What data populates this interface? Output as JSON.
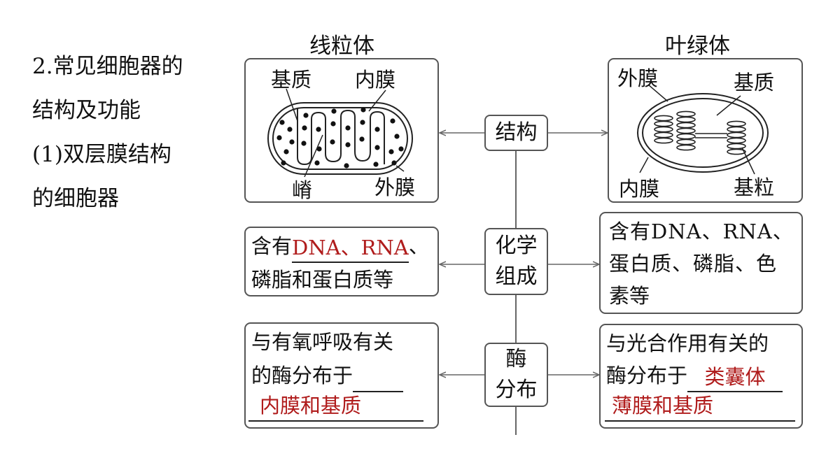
{
  "heading": {
    "lines": [
      "2.常见细胞器的",
      "结构及功能",
      "(1)双层膜结构",
      "的细胞器"
    ]
  },
  "columns": {
    "left_title": "线粒体",
    "right_title": "叶绿体"
  },
  "mitochondria_labels": {
    "matrix": "基质",
    "inner_membrane": "内膜",
    "cristae": "嵴",
    "outer_membrane": "外膜"
  },
  "chloroplast_labels": {
    "outer_membrane": "外膜",
    "stroma": "基质",
    "inner_membrane": "内膜",
    "grana": "基粒"
  },
  "center": {
    "structure": "结构",
    "composition_line1": "化学",
    "composition_line2": "组成",
    "enzyme_line1": "酶",
    "enzyme_line2": "分布"
  },
  "left_composition": {
    "prefix": "含有",
    "answer": "DNA、RNA",
    "suffix": "、",
    "line2": "磷脂和蛋白质等"
  },
  "right_composition": {
    "line1": "含有DNA、RNA、",
    "line2": "蛋白质、磷脂、色",
    "line3": "素等"
  },
  "left_enzyme": {
    "line1": "与有氧呼吸有关",
    "line2": "的酶分布于",
    "answer": "内膜和基质"
  },
  "right_enzyme": {
    "line1": "与光合作用有关的",
    "line2": "酶分布于",
    "answer1": "类囊体",
    "answer2": "薄膜和基质"
  },
  "colors": {
    "answer": "#b01c1c",
    "border": "#555555",
    "text": "#111111"
  }
}
